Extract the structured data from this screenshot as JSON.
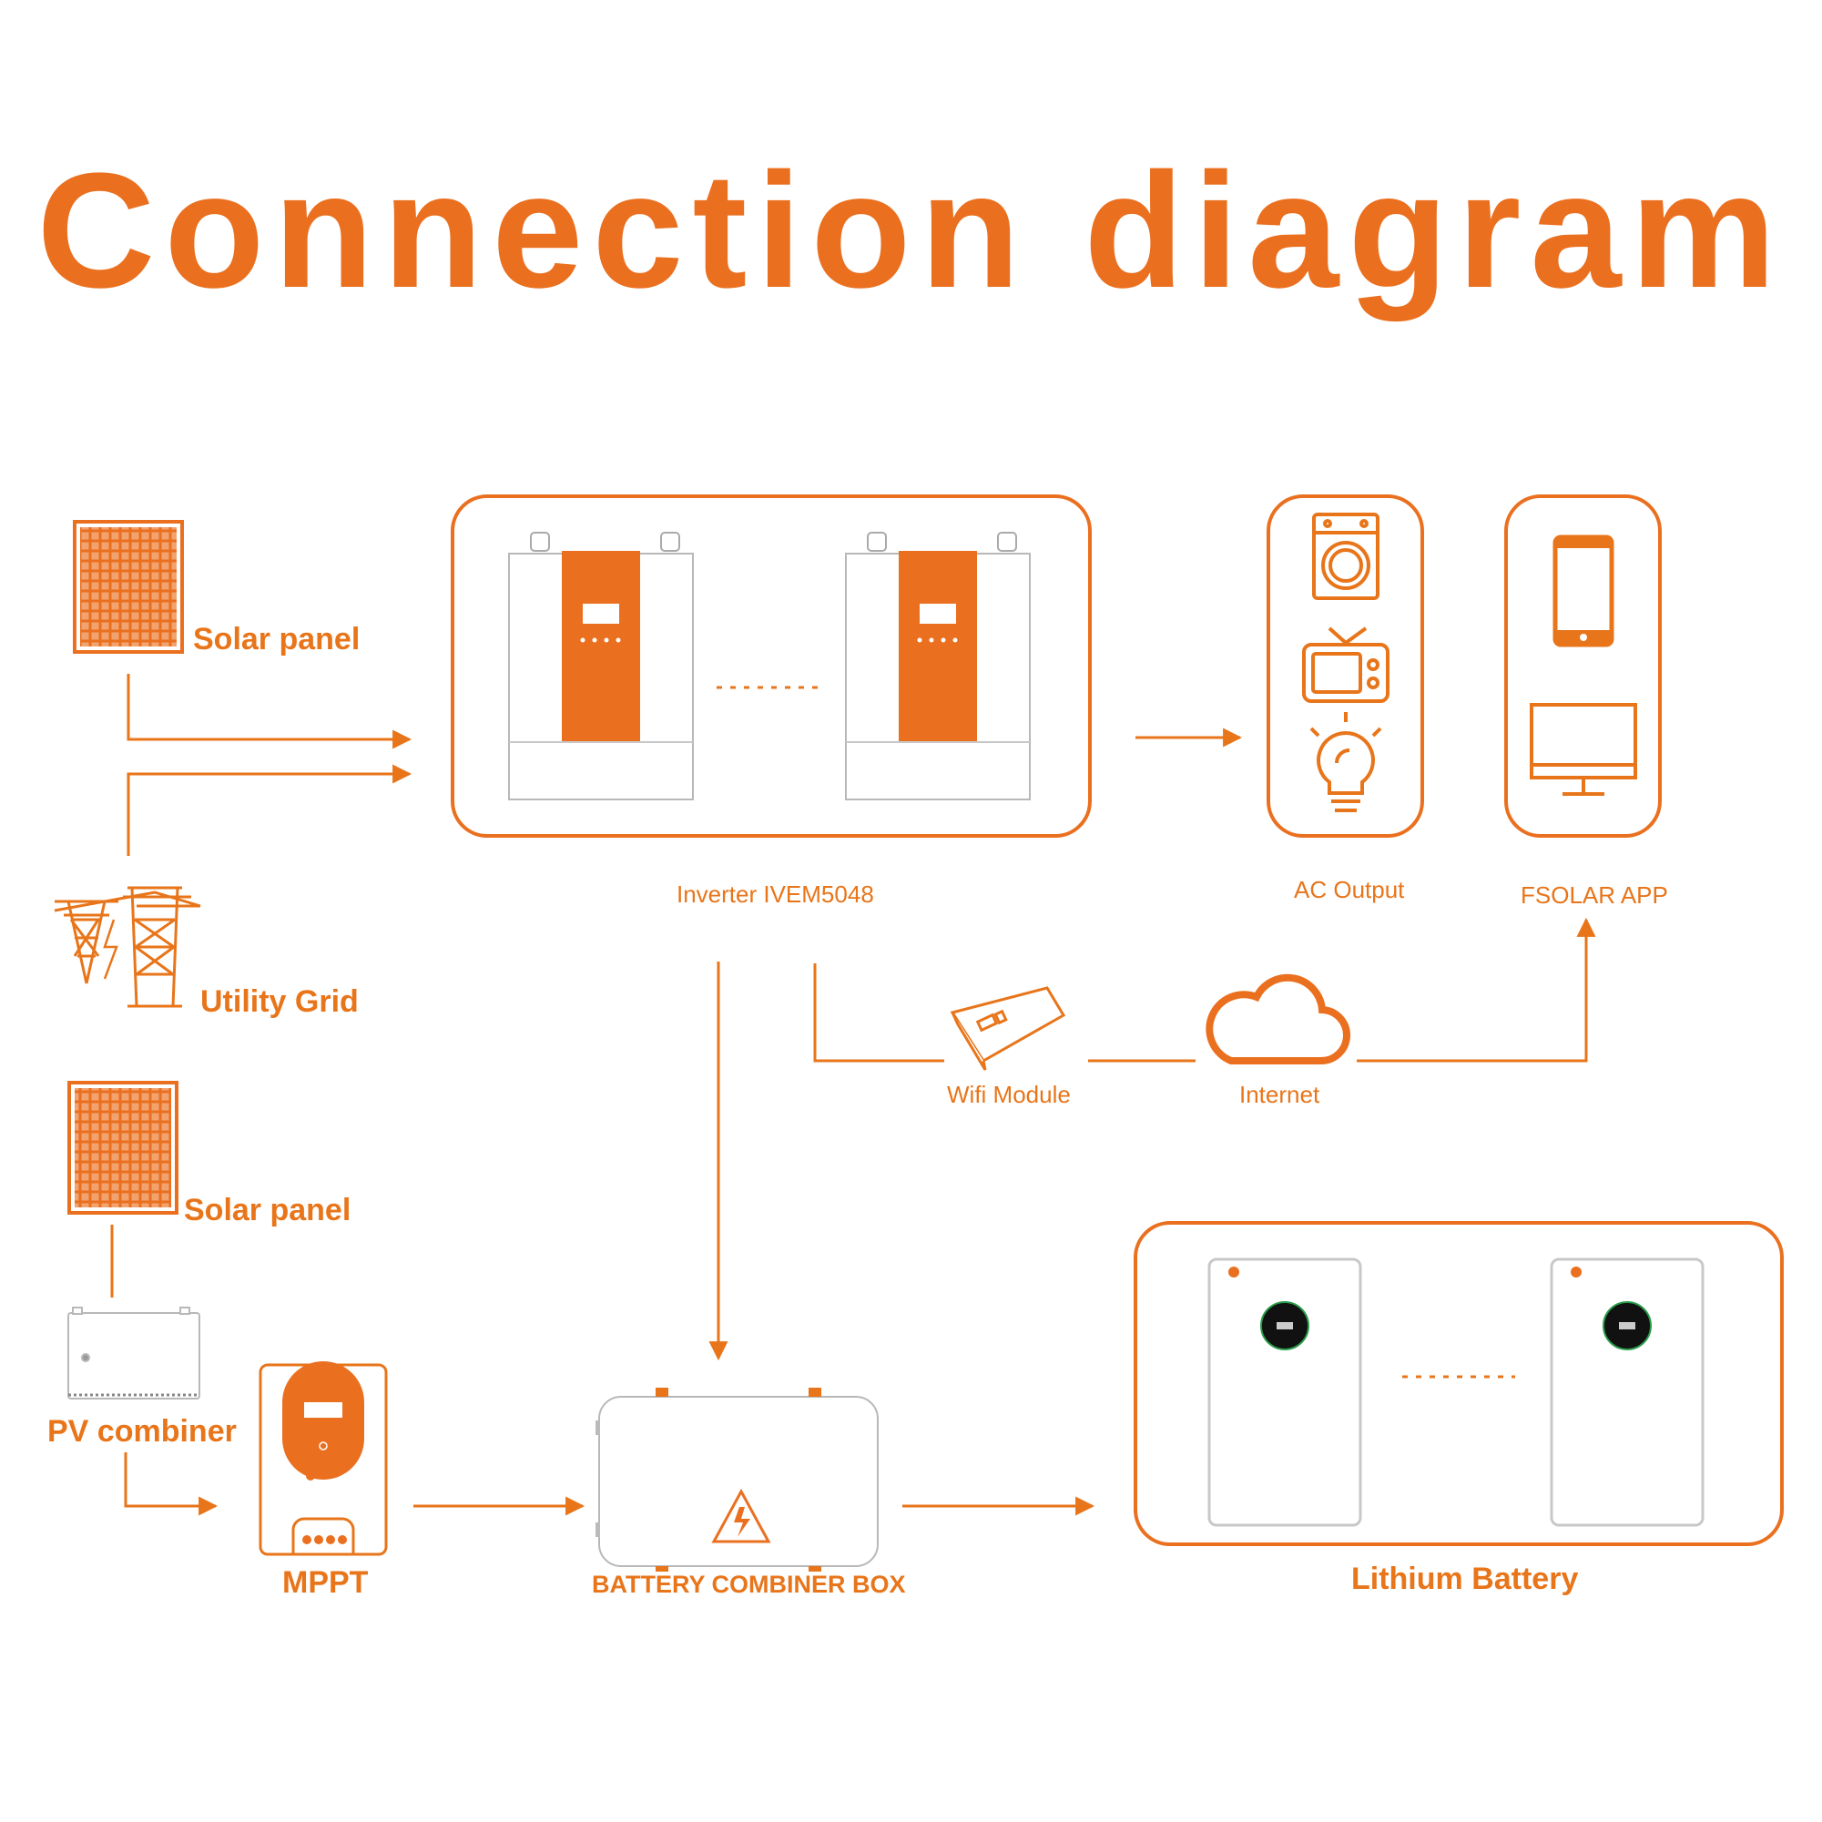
{
  "title": "Connection diagram",
  "colors": {
    "accent": "#ea7020",
    "line": "#e8751a",
    "device_body": "#ffffff",
    "screen": "#1a1a1a"
  },
  "nodes": {
    "solar_panel_top": "Solar panel",
    "utility_grid": "Utility Grid",
    "inverter": "Inverter IVEM5048",
    "ac_output": "AC Output",
    "fsolar_app": "FSOLAR APP",
    "wifi_module": "Wifi Module",
    "internet": "Internet",
    "solar_panel_bottom": "Solar panel",
    "pv_combiner": "PV combiner",
    "mppt": "MPPT",
    "battery_combiner_box": "BATTERY COMBINER BOX",
    "lithium_battery": "Lithium Battery"
  },
  "icons": [
    "solar-panel-icon",
    "transmission-tower-icon",
    "inverter-icon",
    "washing-machine-icon",
    "tv-icon",
    "light-bulb-icon",
    "smartphone-icon",
    "monitor-icon",
    "wifi-module-icon",
    "cloud-icon",
    "pv-combiner-icon",
    "mppt-controller-icon",
    "battery-combiner-box-icon",
    "lithium-battery-icon"
  ]
}
